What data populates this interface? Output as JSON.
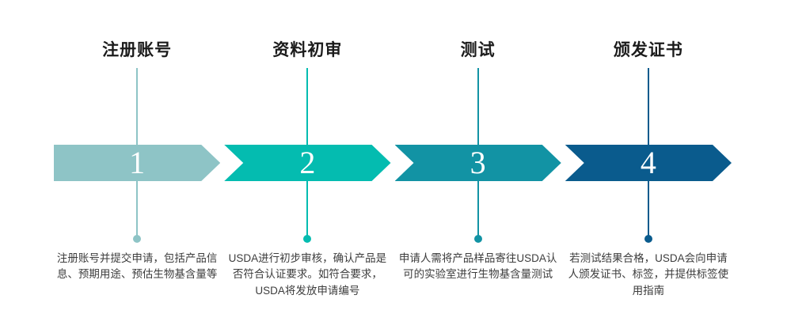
{
  "page": {
    "background": "#ffffff"
  },
  "steps": [
    {
      "number": "1",
      "title": "注册账号",
      "description": "注册账号并提交申请，包括产品信息、预期用途、预估生物基含量等",
      "color": "#8ec4c6",
      "line_color": "#8ec4c6"
    },
    {
      "number": "2",
      "title": "资料初审",
      "description": "USDA进行初步审核，确认产品是否符合认证要求。如符合要求，USDA将发放申请编号",
      "color": "#04bcb0",
      "line_color": "#04bcb0"
    },
    {
      "number": "3",
      "title": "测试",
      "description": "申请人需将产品样品寄往USDA认可的实验室进行生物基含量测试",
      "color": "#1293a4",
      "line_color": "#1293a4"
    },
    {
      "number": "4",
      "title": "颁发证书",
      "description": "若测试结果合格，USDA会向申请人颁发证书、标签，并提供标签使用指南",
      "color": "#0a5b8d",
      "line_color": "#0a5b8d"
    }
  ]
}
